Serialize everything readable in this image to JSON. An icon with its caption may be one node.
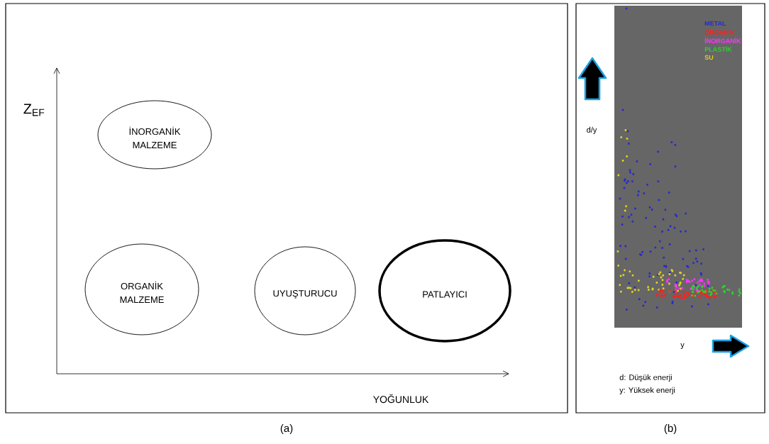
{
  "diagram": {
    "nodes": [
      {
        "text": [
          "İNORGANİK MALZEME"
        ]
      },
      {
        "text": [
          "ORGANİK MALZEME"
        ]
      },
      {
        "text": [
          "UYUŞTURUCU"
        ]
      },
      {
        "text": [
          "PATLAYICI"
        ]
      }
    ],
    "labels": [
      "Z$_{EF}$",
      "YOĞUNLUK",
      "(a)",
      "d/y",
      "y",
      "d: Düşük enerji",
      "y: Yüksek enerji",
      "(b)"
    ],
    "legend": [
      {
        "text": "METAL",
        "color": "#2a2acc"
      },
      {
        "text": "ORGANİK",
        "color": "#ff2020"
      },
      {
        "text": "İNORGANİK",
        "color": "#ff33ff"
      },
      {
        "text": "PLASTİK",
        "color": "#33cc33"
      },
      {
        "text": "SU",
        "color": "#e0d020"
      }
    ]
  }
}
